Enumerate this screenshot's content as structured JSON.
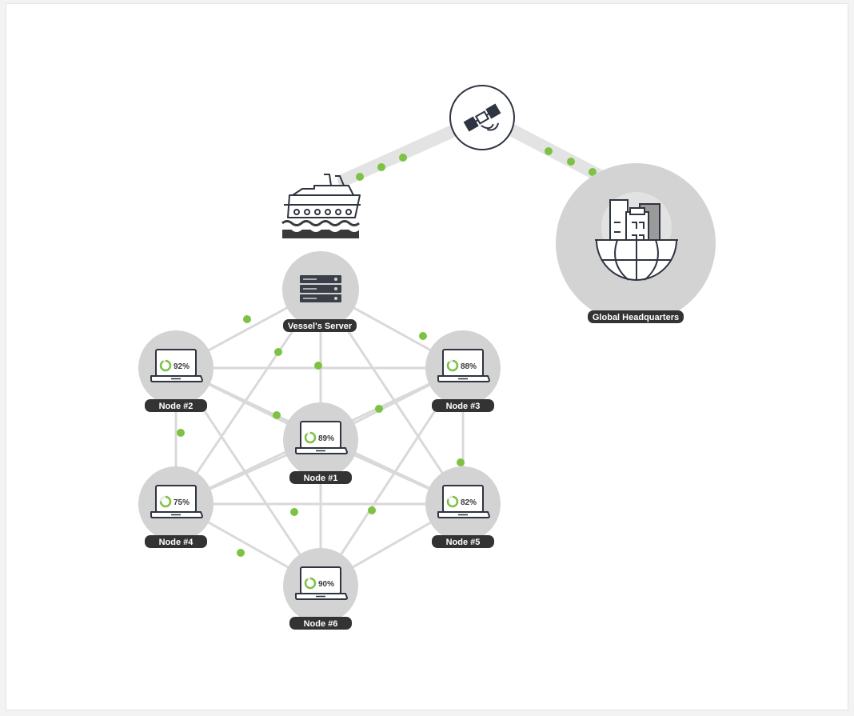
{
  "colors": {
    "node_fill": "#d3d3d4",
    "link": "#d9d9d9",
    "packet": "#7dc242",
    "label_bg": "#333333",
    "icon_stroke": "#2e3440",
    "percent_ring": "#7dc242"
  },
  "satellite": {
    "icon": "satellite-icon"
  },
  "ship": {
    "icon": "ship-icon"
  },
  "headquarters": {
    "label": "Global Headquarters",
    "icon": "city-globe-icon"
  },
  "server": {
    "label": "Vessel's Server",
    "icon": "server-rack-icon"
  },
  "nodes": [
    {
      "label": "Node #1",
      "percent": "89%",
      "value": 89
    },
    {
      "label": "Node #2",
      "percent": "92%",
      "value": 92
    },
    {
      "label": "Node #3",
      "percent": "88%",
      "value": 88
    },
    {
      "label": "Node #4",
      "percent": "75%",
      "value": 75
    },
    {
      "label": "Node #5",
      "percent": "82%",
      "value": 82
    },
    {
      "label": "Node #6",
      "percent": "90%",
      "value": 90
    }
  ]
}
